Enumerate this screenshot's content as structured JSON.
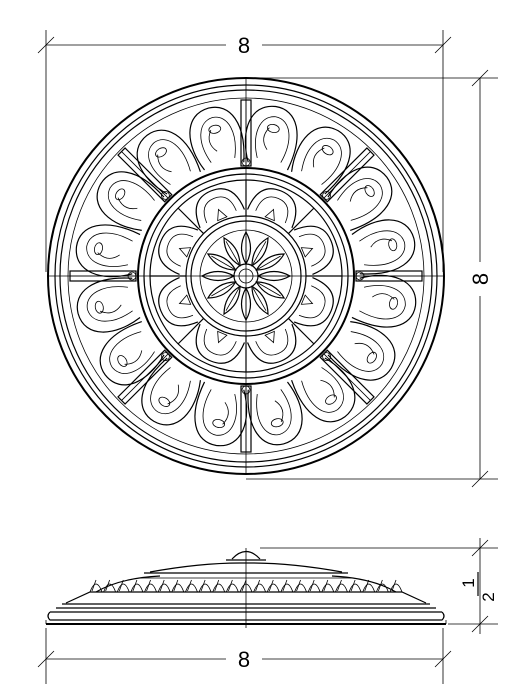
{
  "plan_view": {
    "width_dimension": "8",
    "height_dimension": "8"
  },
  "side_view": {
    "width_dimension": "8",
    "height_fraction": {
      "numerator": "1",
      "denominator": "2"
    }
  }
}
